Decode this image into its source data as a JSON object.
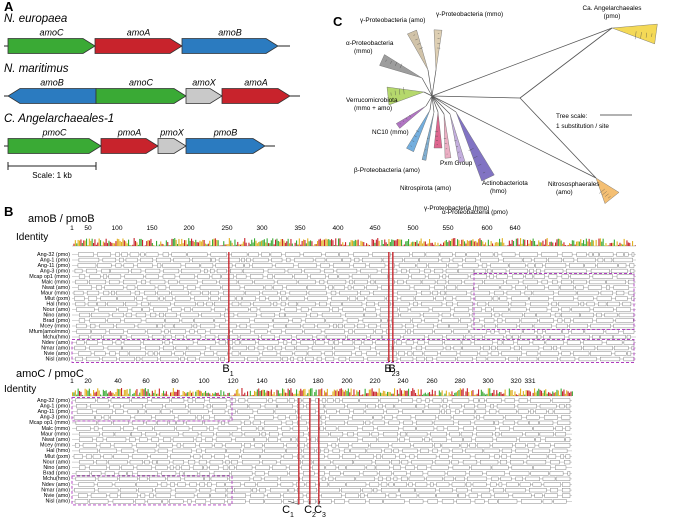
{
  "panel_a": {
    "label": "A",
    "scale_label": "Scale: 1 kb",
    "organisms": [
      {
        "name": "N. europaea",
        "genes": [
          {
            "label": "amoC",
            "color": "#3aaa35",
            "kind": "arrow"
          },
          {
            "label": "amoA",
            "color": "#c8232c",
            "kind": "arrow"
          },
          {
            "label": "amoB",
            "color": "#2b7bc0",
            "kind": "arrow"
          }
        ]
      },
      {
        "name": "N. maritimus",
        "genes": [
          {
            "label": "amoB",
            "color": "#2b7bc0",
            "kind": "arrow-left"
          },
          {
            "label": "amoC",
            "color": "#3aaa35",
            "kind": "arrow"
          },
          {
            "label": "amoX",
            "color": "#c9c9c9",
            "kind": "arrow"
          },
          {
            "label": "amoA",
            "color": "#c8232c",
            "kind": "arrow"
          }
        ]
      },
      {
        "name": "C. Angelarchaeales-1",
        "genes": [
          {
            "label": "pmoC",
            "color": "#3aaa35",
            "kind": "arrow"
          },
          {
            "label": "pmoA",
            "color": "#c8232c",
            "kind": "arrow"
          },
          {
            "label": "pmoX",
            "color": "#c9c9c9",
            "kind": "arrow"
          },
          {
            "label": "pmoB",
            "color": "#2b7bc0",
            "kind": "arrow"
          }
        ]
      }
    ]
  },
  "panel_b": {
    "label": "B",
    "alignments": [
      {
        "title": "amoB / pmoB",
        "identity_label": "Identity",
        "ticks": [
          "1",
          "50",
          "100",
          "150",
          "200",
          "250",
          "300",
          "350",
          "400",
          "450",
          "500",
          "550",
          "600",
          "640"
        ],
        "rows": [
          "Ang-32 (pmo)",
          "Ang-1 (pmo)",
          "Ang-11 (pmo)",
          "Ang-3 (pmo)",
          "Mcap op1 (mmo)",
          "Malc (mmo)",
          "Nwat (amo)",
          "Maur (mmo)",
          "Mlut (pxm)",
          "Hal (hmo)",
          "Nour (amo)",
          "Nino (amo)",
          "Brad (pmo)",
          "Mcey (mmo)",
          "Mfum(amo/mmo)",
          "Mchu(hmo)",
          "Ndev (amo)",
          "Nmar (amo)",
          "Nvie (amo)",
          "Nisl (amo)"
        ],
        "markers": [
          "B",
          "B",
          "B"
        ],
        "marker_subs": [
          "1",
          "2",
          "3"
        ]
      },
      {
        "title": "amoC / pmoC",
        "identity_label": "Identity",
        "ticks": [
          "1",
          "20",
          "40",
          "60",
          "80",
          "100",
          "120",
          "140",
          "160",
          "180",
          "200",
          "220",
          "240",
          "260",
          "280",
          "300",
          "320",
          "331"
        ],
        "rows": [
          "Ang-32 (pmo)",
          "Ang-1 (pmo)",
          "Ang-11 (pmo)",
          "Ang-3 (pmo)",
          "Mcap op1 (mmo)",
          "Malc (mmo)",
          "Maur (mmo)",
          "Nwat (amo)",
          "Mcey (mmo)",
          "Hal (hmo)",
          "Mlut (pxm)",
          "Nour (amo)",
          "Nino (amo)",
          "Brad (pmo)",
          "Mchu(hmo)",
          "Ndev (amo)",
          "Nmar (amo)",
          "Nvie (amo)",
          "Nisl (amo)"
        ],
        "markers": [
          "C",
          "C",
          "C"
        ],
        "marker_subs": [
          "1",
          "2",
          "3"
        ]
      }
    ]
  },
  "panel_c": {
    "label": "C",
    "tree_scale_label": "Tree scale:",
    "tree_scale_unit": "1 substitution / site",
    "clades": [
      {
        "name": "Ca. Angelarchaeales",
        "sub": "(pmo)",
        "color": "#f2d23a"
      },
      {
        "name": "γ-Proteobacteria (amo)",
        "color": "#c9b89a"
      },
      {
        "name": "γ-Proteobacteria (mmo)",
        "color": "#d8c7a6"
      },
      {
        "name": "α-Proteobacteria",
        "sub": "(mmo)",
        "color": "#8c8c8c"
      },
      {
        "name": "Verrucomicrobiota",
        "sub": "(mmo + amo)",
        "color": "#a8d152"
      },
      {
        "name": "NC10 (mmo)",
        "color": "#a35db8"
      },
      {
        "name": "β-Proteobacteria (amo)",
        "color": "#5aa0d8"
      },
      {
        "name": "Nitrospirota (amo)",
        "color": "#6aa0c8"
      },
      {
        "name": "Pxm Group",
        "color": "#d84a7a"
      },
      {
        "name": "γ-Proteobacteria (hmo)",
        "color": "#e8a0b8"
      },
      {
        "name": "α-Proteobacteria (pmo)",
        "color": "#b8a0d8"
      },
      {
        "name": "Actinobacteriota",
        "sub": "(hmo)",
        "color": "#6b5bb8"
      },
      {
        "name": "Nitrososphaerales",
        "sub": "(amo)",
        "color": "#f2b45a"
      }
    ]
  }
}
